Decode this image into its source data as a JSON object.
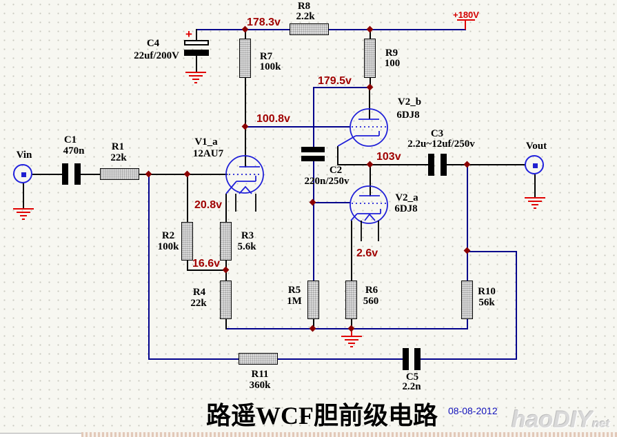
{
  "meta": {
    "title": "路遥WCF胆前级电路",
    "date": "08-08-2012",
    "watermark": "haoDIY",
    "watermark_suffix": "net"
  },
  "power": {
    "rail_label": "+180V"
  },
  "terminals": {
    "input": "Vin",
    "output": "Vout"
  },
  "tubes": {
    "v1a": {
      "name": "V1_a",
      "model": "12AU7"
    },
    "v2b": {
      "name": "V2_b",
      "model": "6DJ8"
    },
    "v2a": {
      "name": "V2_a",
      "model": "6DJ8"
    }
  },
  "resistors": {
    "r1": {
      "name": "R1",
      "value": "22k"
    },
    "r2": {
      "name": "R2",
      "value": "100k"
    },
    "r3": {
      "name": "R3",
      "value": "5.6k"
    },
    "r4": {
      "name": "R4",
      "value": "22k"
    },
    "r5": {
      "name": "R5",
      "value": "1M"
    },
    "r6": {
      "name": "R6",
      "value": "560"
    },
    "r7": {
      "name": "R7",
      "value": "100k"
    },
    "r8": {
      "name": "R8",
      "value": "2.2k"
    },
    "r9": {
      "name": "R9",
      "value": "100"
    },
    "r10": {
      "name": "R10",
      "value": "56k"
    },
    "r11": {
      "name": "R11",
      "value": "360k"
    }
  },
  "capacitors": {
    "c1": {
      "name": "C1",
      "value": "470n"
    },
    "c2": {
      "name": "C2",
      "value": "220n/250v"
    },
    "c3": {
      "name": "C3",
      "value": "2.2u~12uf/250v"
    },
    "c4": {
      "name": "C4",
      "value": "22uf/200V",
      "polarity": "+"
    },
    "c5": {
      "name": "C5",
      "value": "2.2n"
    }
  },
  "voltages": {
    "rail": "178.3v",
    "v2b_plate": "179.5v",
    "v1_plate": "100.8v",
    "output": "103v",
    "v1_cathode": "20.8v",
    "r2_r3": "16.6v",
    "v2a_cathode": "2.6v"
  },
  "colors": {
    "wire": "#00008C",
    "lead": "#000000",
    "node": "#8B0000",
    "voltage": "#A00000",
    "ground": "#E00000",
    "tube": "#2020D8"
  }
}
